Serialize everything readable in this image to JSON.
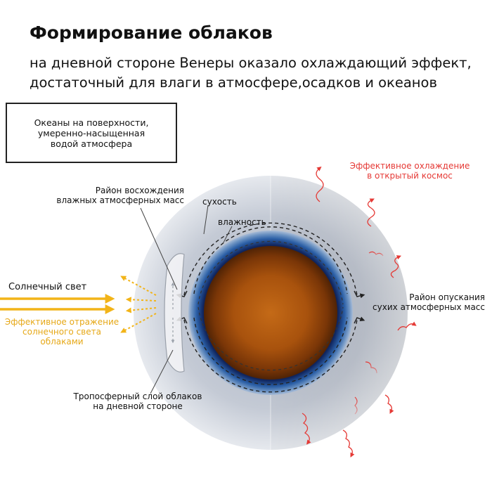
{
  "title": "Формирование облаков",
  "subtitle_line1": "на дневной стороне Венеры оказало охлаждающий эффект,",
  "subtitle_line2": "достаточный для влаги в атмосфере,осадков и океанов",
  "box": {
    "line1": "Океаны на поверхности,",
    "line2": "умеренно-насыщенная",
    "line3": "водой атмосфера"
  },
  "labels": {
    "rising_line1": "Район восхождения",
    "rising_line2": "влажных атмосферных масс",
    "dryness": "сухость",
    "humidity": "влажность",
    "cooling_line1": "Эффективное охлаждение",
    "cooling_line2": "в открытый космос",
    "sunlight": "Солнечный свет",
    "reflection_line1": "Эффективное отражение",
    "reflection_line2": "солнечного света",
    "reflection_line3": "облаками",
    "descent_line1": "Район опускания",
    "descent_line2": "сухих атмосферных масс",
    "cloud_layer_line1": "Тропосферный слой облаков",
    "cloud_layer_line2": "на дневной стороне"
  },
  "colors": {
    "core": "#a8520d",
    "ocean_ring": "#2b5fa6",
    "atmosphere": "#d4d9e2",
    "cooling_arrows": "#e53935",
    "sunlight_arrows": "#f2b418"
  }
}
